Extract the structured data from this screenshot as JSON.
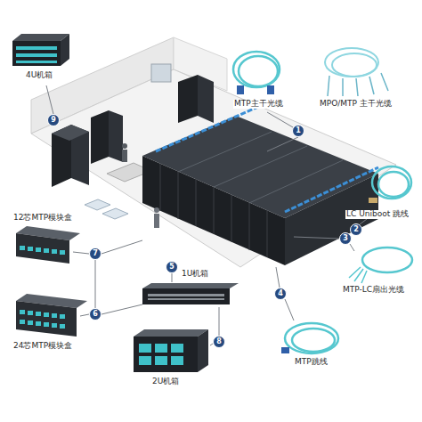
{
  "diagram": {
    "nodes": [
      {
        "text": [
          "9"
        ]
      },
      {
        "text": [
          "1"
        ]
      },
      {
        "text": [
          "2"
        ]
      },
      {
        "text": [
          "3"
        ]
      },
      {
        "text": [
          "7"
        ]
      },
      {
        "text": [
          "5"
        ]
      },
      {
        "text": [
          "4"
        ]
      },
      {
        "text": [
          "6"
        ]
      },
      {
        "text": [
          "8"
        ]
      }
    ],
    "labels": [
      "4U机箱",
      "MTP主干光缆",
      "MPO/MTP 主干光缆",
      "LC Uniboot 跳线",
      "12芯MTP模块盒",
      "MTP-LC扇出光缆",
      "1U机箱",
      "24芯MTP模块盒",
      "MTP跳线",
      "2U机箱"
    ]
  }
}
